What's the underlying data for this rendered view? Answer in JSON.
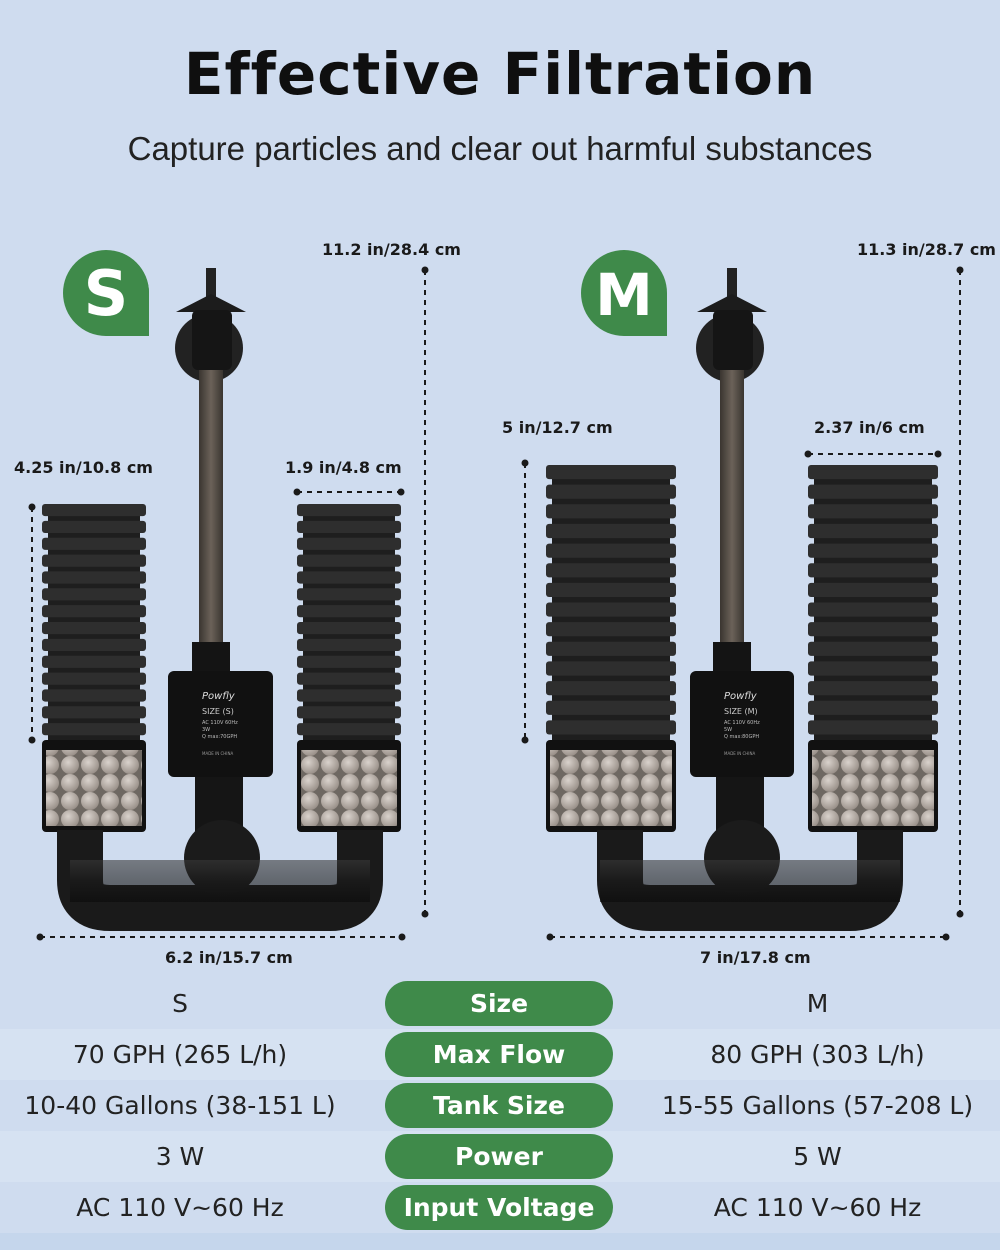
{
  "header": {
    "title": "Effective Filtration",
    "subtitle": "Capture particles and clear out harmful substances"
  },
  "models": {
    "s": {
      "badge": "S",
      "height_label": "11.2 in/28.4 cm",
      "sponge_left_label": "4.25 in/10.8 cm",
      "sponge_right_label": "1.9 in/4.8 cm",
      "width_label": "6.2 in/15.7 cm",
      "pump": {
        "brand": "Powfly",
        "size": "SIZE (S)",
        "line1": "AC 110V 60Hz",
        "line2": "3W",
        "line3": "Q max:70GPH",
        "origin": "MADE IN CHINA"
      }
    },
    "m": {
      "badge": "M",
      "height_label": "11.3 in/28.7 cm",
      "sponge_left_label": "5 in/12.7 cm",
      "sponge_right_label": "2.37 in/6 cm",
      "width_label": "7 in/17.8 cm",
      "pump": {
        "brand": "Powfly",
        "size": "SIZE (M)",
        "line1": "AC 110V 60Hz",
        "line2": "5W",
        "line3": "Q max:80GPH",
        "origin": "MADE IN CHINA"
      }
    }
  },
  "specs": [
    {
      "label": "Size",
      "s": "S",
      "m": "M"
    },
    {
      "label": "Max Flow",
      "s": "70 GPH (265 L/h)",
      "m": "80 GPH (303 L/h)"
    },
    {
      "label": "Tank Size",
      "s": "10-40 Gallons (38-151 L)",
      "m": "15-55 Gallons (57-208 L)"
    },
    {
      "label": "Power",
      "s": "3 W",
      "m": "5 W"
    },
    {
      "label": "Input Voltage",
      "s": "AC 110 V~60 Hz",
      "m": "AC 110 V~60 Hz"
    }
  ],
  "colors": {
    "badge_green": "#3f8a4a",
    "pill_green": "#3f8a4a",
    "background": "#cfdcef",
    "sponge": "#2b2b2b"
  }
}
